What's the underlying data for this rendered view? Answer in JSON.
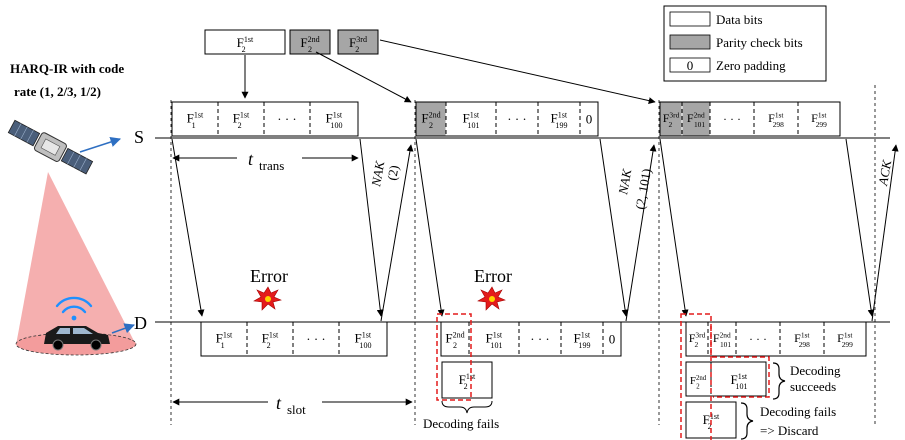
{
  "title_lines": [
    "HARQ-IR with code",
    "rate (1, 2/3, 1/2)"
  ],
  "nodes": {
    "source": "S",
    "destination": "D"
  },
  "legend": [
    {
      "key": "data",
      "label": "Data bits",
      "fill": "#ffffff"
    },
    {
      "key": "parity",
      "label": "Parity check bits",
      "fill": "#a6a6a6"
    },
    {
      "key": "zero",
      "label": "Zero padding",
      "fill": "#ffffff",
      "symbol": "0"
    }
  ],
  "frame_pool": [
    {
      "base": "F",
      "sub": "2",
      "sup": "1st",
      "type": "data"
    },
    {
      "base": "F",
      "sub": "2",
      "sup": "2nd",
      "type": "parity"
    },
    {
      "base": "F",
      "sub": "2",
      "sup": "3rd",
      "type": "parity"
    }
  ],
  "ellipsis": "· · ·",
  "zero_padding_symbol": "0",
  "timing": {
    "t_trans": {
      "base": "t",
      "sub": "trans"
    },
    "t_slot": {
      "base": "t",
      "sub": "slot"
    }
  },
  "feedback": {
    "nak1": [
      "NAK",
      "(2)"
    ],
    "nak2": [
      "NAK",
      "(2, 101)"
    ],
    "ack": [
      "ACK"
    ]
  },
  "error_label": "Error",
  "decoding": {
    "fails": "Decoding fails",
    "succeeds": [
      "Decoding",
      "succeeds"
    ],
    "fails_discard": [
      "Decoding fails",
      "=> Discard"
    ]
  },
  "slot1": {
    "source": [
      {
        "base": "F",
        "sub": "1",
        "sup": "1st"
      },
      {
        "base": "F",
        "sub": "2",
        "sup": "1st"
      },
      {
        "ellipsis": true
      },
      {
        "base": "F",
        "sub": "100",
        "sup": "1st"
      }
    ],
    "dest": [
      {
        "base": "F",
        "sub": "1",
        "sup": "1st"
      },
      {
        "base": "F",
        "sub": "2",
        "sup": "1st"
      },
      {
        "ellipsis": true
      },
      {
        "base": "F",
        "sub": "100",
        "sup": "1st"
      }
    ]
  },
  "slot2": {
    "source": [
      {
        "base": "F",
        "sub": "2",
        "sup": "2nd",
        "type": "parity"
      },
      {
        "base": "F",
        "sub": "101",
        "sup": "1st"
      },
      {
        "ellipsis": true
      },
      {
        "base": "F",
        "sub": "199",
        "sup": "1st"
      },
      {
        "zero": true
      }
    ],
    "dest": [
      {
        "base": "F",
        "sub": "2",
        "sup": "2nd"
      },
      {
        "base": "F",
        "sub": "101",
        "sup": "1st"
      },
      {
        "ellipsis": true
      },
      {
        "base": "F",
        "sub": "199",
        "sup": "1st"
      },
      {
        "zero": true
      }
    ],
    "combined": {
      "base": "F",
      "sub": "2",
      "sup": "1st"
    }
  },
  "slot3": {
    "source": [
      {
        "base": "F",
        "sub": "2",
        "sup": "3rd",
        "type": "parity"
      },
      {
        "base": "F",
        "sub": "101",
        "sup": "2nd",
        "type": "parity"
      },
      {
        "ellipsis": true
      },
      {
        "base": "F",
        "sub": "298",
        "sup": "1st"
      },
      {
        "base": "F",
        "sub": "299",
        "sup": "1st"
      }
    ],
    "dest": [
      {
        "base": "F",
        "sub": "2",
        "sup": "3rd"
      },
      {
        "base": "F",
        "sub": "101",
        "sup": "2nd"
      },
      {
        "ellipsis": true
      },
      {
        "base": "F",
        "sub": "298",
        "sup": "1st"
      },
      {
        "base": "F",
        "sub": "299",
        "sup": "1st"
      }
    ],
    "stack_a": [
      {
        "base": "F",
        "sub": "2",
        "sup": "2nd"
      },
      {
        "base": "F",
        "sub": "101",
        "sup": "1st"
      }
    ],
    "stack_b": {
      "base": "F",
      "sub": "2",
      "sup": "1st"
    }
  }
}
